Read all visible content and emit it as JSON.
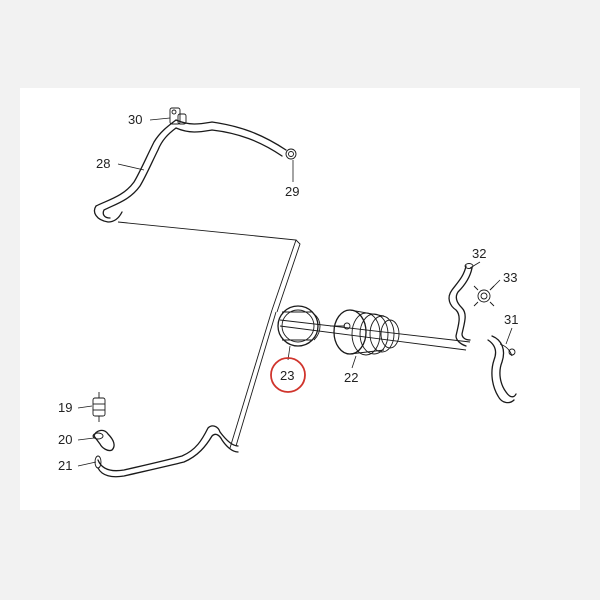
{
  "diagram": {
    "callouts": [
      {
        "id": "c30",
        "text": "30"
      },
      {
        "id": "c28",
        "text": "28"
      },
      {
        "id": "c29",
        "text": "29"
      },
      {
        "id": "c32",
        "text": "32"
      },
      {
        "id": "c33",
        "text": "33"
      },
      {
        "id": "c31",
        "text": "31"
      },
      {
        "id": "c23",
        "text": "23"
      },
      {
        "id": "c22",
        "text": "22"
      },
      {
        "id": "c19",
        "text": "19"
      },
      {
        "id": "c20",
        "text": "20"
      },
      {
        "id": "c21",
        "text": "21"
      }
    ],
    "highlighted_callout": "23",
    "highlight_color": "#d0342c",
    "line_color": "#1a1a1a",
    "paper_color": "#ffffff",
    "background_color": "#f2f2f2"
  }
}
